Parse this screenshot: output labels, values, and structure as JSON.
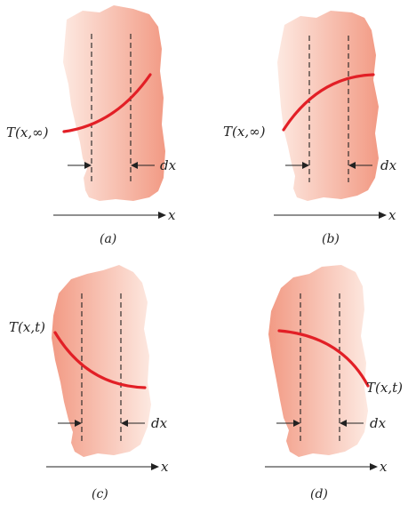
{
  "panels": [
    {
      "id": "a",
      "caption": "(a)",
      "curve_label": "T(x,∞)",
      "dx_label": "dx",
      "axis_label": "x"
    },
    {
      "id": "b",
      "caption": "(b)",
      "curve_label": "T(x,∞)",
      "dx_label": "dx",
      "axis_label": "x"
    },
    {
      "id": "c",
      "caption": "(c)",
      "curve_label": "T(x,t)",
      "dx_label": "dx",
      "axis_label": "x"
    },
    {
      "id": "d",
      "caption": "(d)",
      "curve_label": "T(x,t)",
      "dx_label": "dx",
      "axis_label": "x"
    }
  ],
  "colors": {
    "curve": "#e21f26",
    "body_light": "#fde7df",
    "body_dark": "#f3a08a"
  }
}
